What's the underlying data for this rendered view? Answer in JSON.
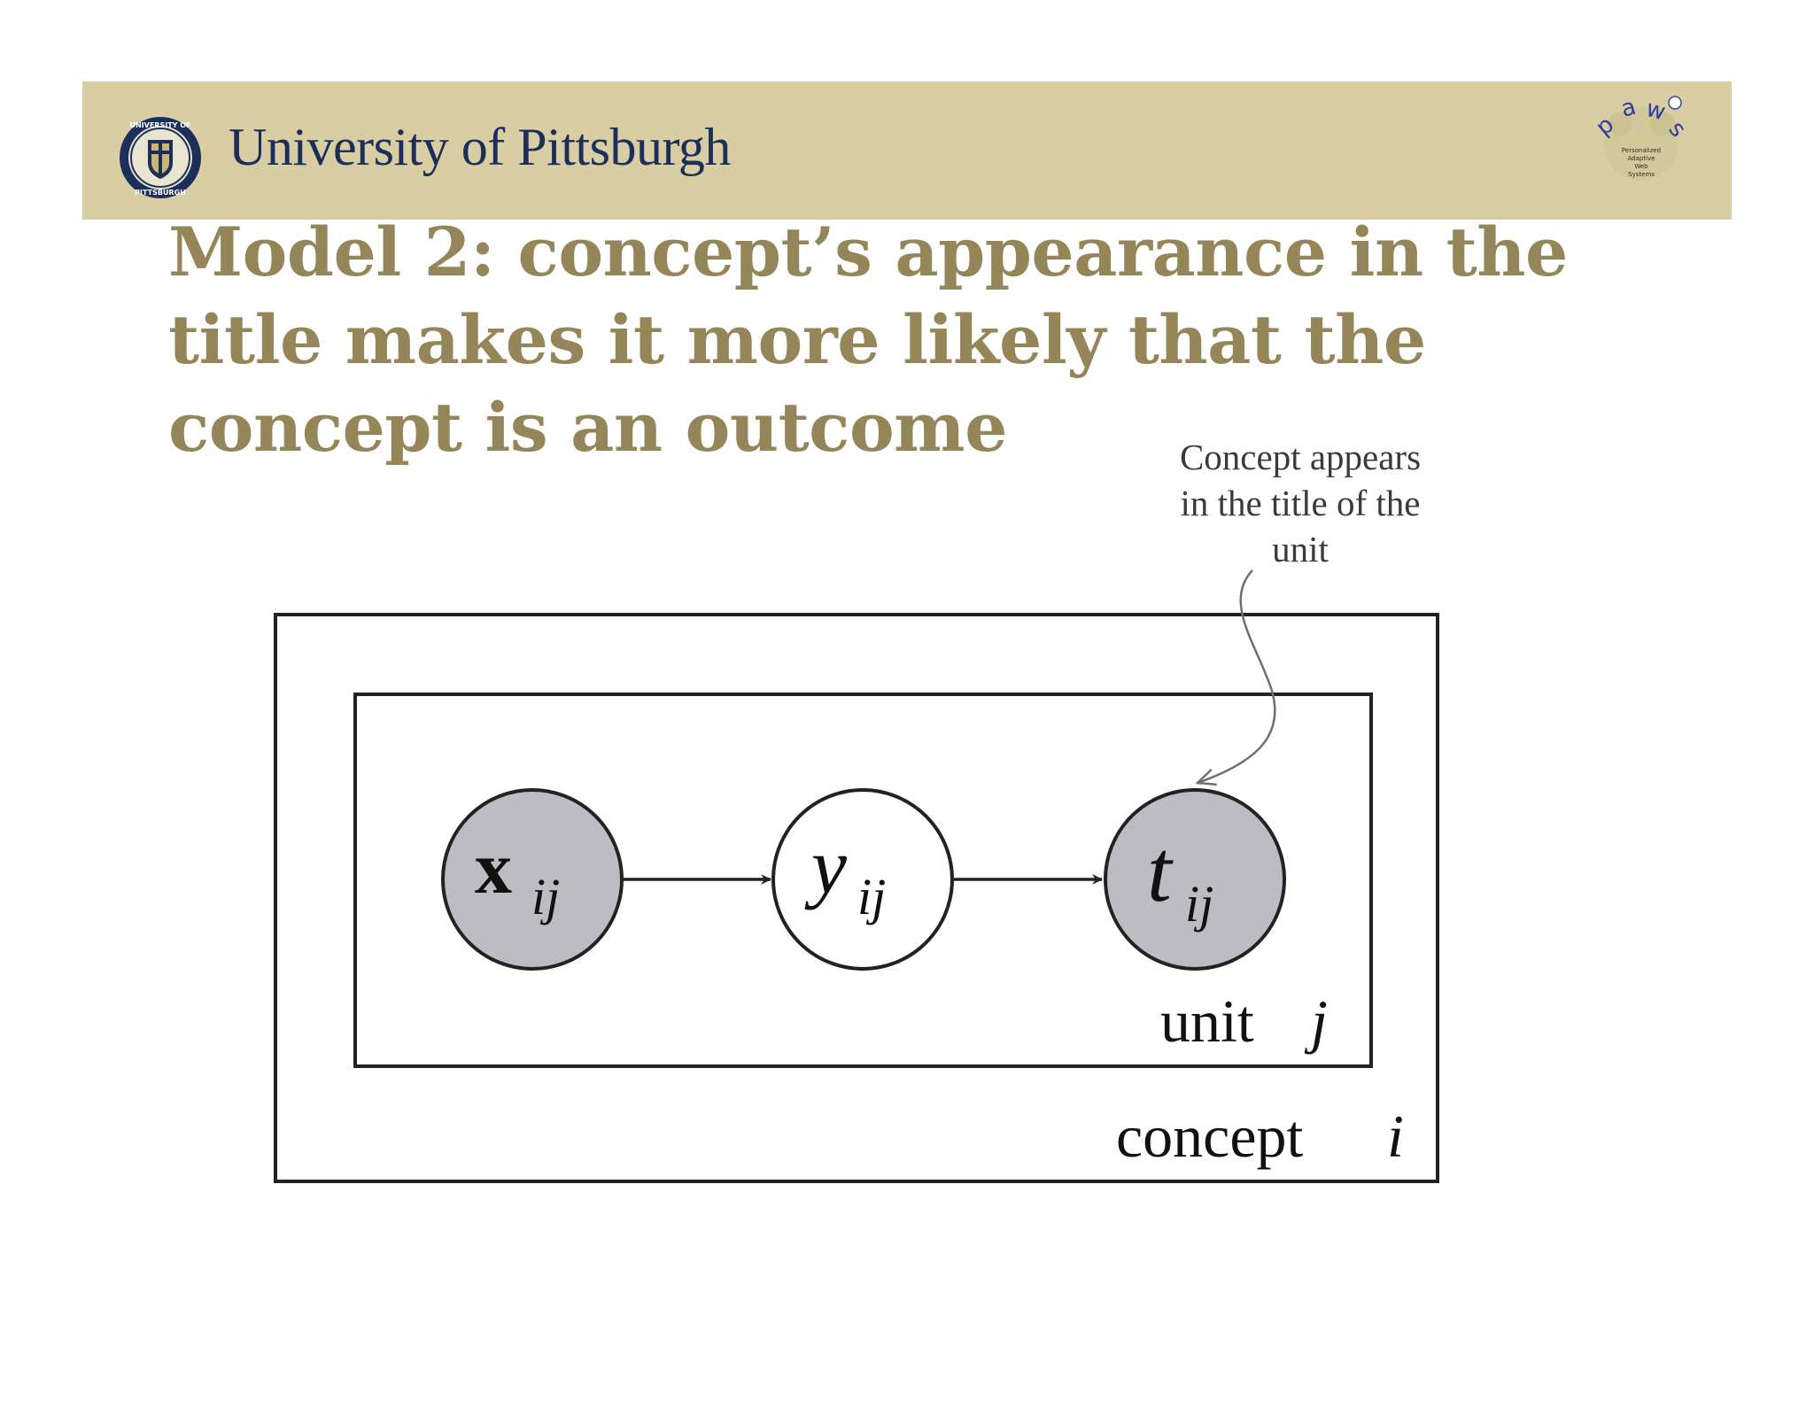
{
  "header": {
    "university_name": "University of Pittsburgh",
    "seal_icon": "university-seal-icon",
    "paws_logo": {
      "letters": "paws",
      "tagline": [
        "Personalized",
        "Adaptive",
        "Web",
        "Systems"
      ]
    }
  },
  "slide": {
    "title_lines": [
      "Model 2: concept’s appearance in the",
      "title makes it more likely that the",
      "concept is an outcome"
    ]
  },
  "callout": {
    "lines": [
      "Concept appears",
      "in the title of the",
      "unit"
    ]
  },
  "diagram": {
    "colors": {
      "observed_fill": "#bcbcc2",
      "latent_fill": "#ffffff",
      "stroke": "#222222",
      "callout_arrow": "#6e6e6e"
    },
    "nodes": [
      {
        "id": "x",
        "base": "x",
        "subscript": "ij",
        "observed": true
      },
      {
        "id": "y",
        "base": "y",
        "subscript": "ij",
        "observed": false
      },
      {
        "id": "t",
        "base": "t",
        "subscript": "ij",
        "observed": true
      }
    ],
    "edges": [
      {
        "from": "x",
        "to": "y"
      },
      {
        "from": "y",
        "to": "t"
      }
    ],
    "plates": {
      "inner": {
        "label": "unit",
        "index": "j"
      },
      "outer": {
        "label": "concept",
        "index": "i"
      }
    }
  }
}
